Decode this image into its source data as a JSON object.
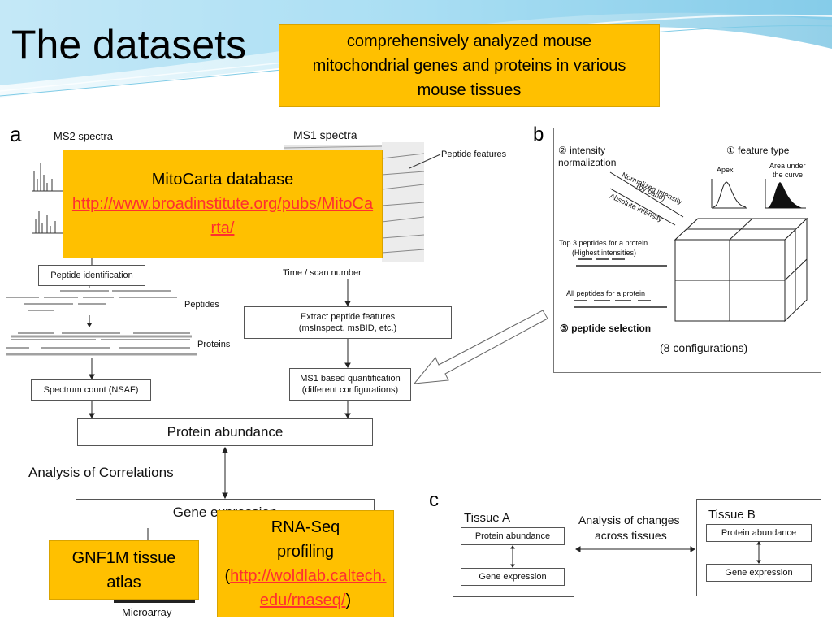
{
  "slide": {
    "title": "The datasets",
    "subtitle_box": "comprehensively analyzed mouse mitochondrial genes and proteins in various mouse tissues"
  },
  "callouts": {
    "mitocarta": {
      "title": "MitoCarta database",
      "link": "http://www.broadinstitute.org/pubs/MitoCarta/"
    },
    "rnaseq": {
      "line1": "RNA-Seq",
      "line2": "profiling",
      "link": "http://woldlab.caltech.edu/rnaseq/",
      "open_paren": "(",
      "close_paren": ")"
    },
    "gnf": {
      "line1": "GNF1M tissue",
      "line2": "atlas"
    }
  },
  "panel_a": {
    "letter": "a",
    "ms2_label": "MS2 spectra",
    "ms1_label": "MS1 spectra",
    "peptide_features": "Peptide features",
    "time_scan": "Time / scan number",
    "peptide_identification": "Peptide identification",
    "peptides": "Peptides",
    "proteins": "Proteins",
    "extract_line1": "Extract peptide features",
    "extract_line2": "(msInspect, msBID, etc.)",
    "ms1quant_line1": "MS1 based quantification",
    "ms1quant_line2": "(different configurations)",
    "spectrum_count": "Spectrum count (NSAF)",
    "protein_abundance": "Protein abundance",
    "analysis_correlations": "Analysis of Correlations",
    "gene_expression": "Gene expression",
    "microarray": "Microarray"
  },
  "panel_b": {
    "letter": "b",
    "intensity_norm_1": "② intensity",
    "intensity_norm_2": "normalization",
    "feature_type": "① feature type",
    "apex": "Apex",
    "area_1": "Area under",
    "area_2": "the curve",
    "normalized_1": "Normalized intensity",
    "normalized_2": "(by band)",
    "absolute": "Absolute intensity",
    "top3_1": "Top 3 peptides for a protein",
    "top3_2": "(Highest intensities)",
    "all_peptides": "All peptides for a protein",
    "peptide_selection": "③ peptide selection",
    "configurations": "(8 configurations)"
  },
  "panel_c": {
    "letter": "c",
    "tissue_a": "Tissue A",
    "tissue_b": "Tissue B",
    "protein_abundance": "Protein abundance",
    "gene_expression": "Gene expression",
    "analysis_1": "Analysis of changes",
    "analysis_2": "across tissues"
  },
  "colors": {
    "callout": "#ffc000",
    "link": "#ff2f2f",
    "header_wave": "#4db8e0"
  }
}
